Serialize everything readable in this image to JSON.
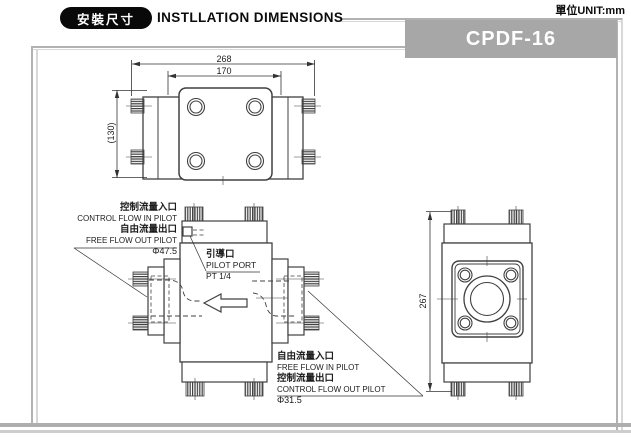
{
  "header": {
    "badge": "安裝尺寸",
    "title": "INSTLLATION DIMENSIONS",
    "unit": "單位UNIT:mm",
    "model": "CPDF-16"
  },
  "dimensions": {
    "overall_width": "268",
    "plate_width": "170",
    "overall_depth": "(130)",
    "overall_height": "267"
  },
  "labels": {
    "top_left": {
      "zh1": "控制流量入口",
      "en1": "CONTROL FLOW IN PILOT",
      "zh2": "自由流量出口",
      "en2": "FREE FLOW OUT PILOT",
      "dia": "Φ47.5"
    },
    "pilot_port": {
      "zh": "引導口",
      "en": "PILOT PORT",
      "thread": "PT 1/4"
    },
    "bottom_right": {
      "zh1": "自由流量入口",
      "en1": "FREE FLOW IN PILOT",
      "zh2": "控制流量出口",
      "en2": "CONTROL FLOW OUT PILOT",
      "dia": "Φ31.5"
    }
  },
  "icons": {
    "flow_direction": "arrow-left"
  },
  "colors": {
    "banner_bg": "#a7a7a7",
    "badge_bg": "#090909",
    "line": "#404040",
    "frame": "#b2b2b2"
  }
}
